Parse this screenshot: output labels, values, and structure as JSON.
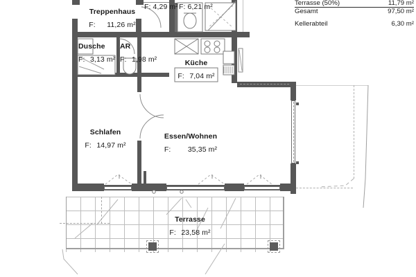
{
  "document": {
    "type": "floor-plan",
    "language": "de"
  },
  "info_table": {
    "rows": [
      {
        "label": "Terrasse (50%)",
        "value": "11,79 m²"
      },
      {
        "label": "Gesamt",
        "value": "97,50 m²"
      },
      {
        "label": "Kellerabteil",
        "value": "6,30 m²"
      }
    ],
    "rule_after_index": 0
  },
  "rooms": [
    {
      "name": "Treppenhaus",
      "area_prefix": "F:",
      "area": "11,26 m²"
    },
    {
      "name": "Dusche",
      "area_prefix": "F:",
      "area": "3,13 m²"
    },
    {
      "name": "AR",
      "area_prefix": "F:",
      "area": "1,98 m²"
    },
    {
      "name": "Küche",
      "area_prefix": "F:",
      "area": "7,04 m²"
    },
    {
      "name": "Schlafen",
      "area_prefix": "F:",
      "area": "14,97 m²"
    },
    {
      "name": "Essen/Wohnen",
      "area_prefix": "F:",
      "area": "35,35 m²"
    },
    {
      "name": "Terrasse",
      "area_prefix": "F:",
      "area": "23,58 m²"
    }
  ],
  "top_labels": {
    "wc_area": "F: 4,29 m²",
    "bath_area": "F: 6,21 m²"
  },
  "colors": {
    "wall": "#575757",
    "wall_light": "#6e6e6e",
    "fixture_line": "#7b7b7b",
    "grid": "#bdbdbd",
    "text": "#191919",
    "background": "#ffffff"
  }
}
